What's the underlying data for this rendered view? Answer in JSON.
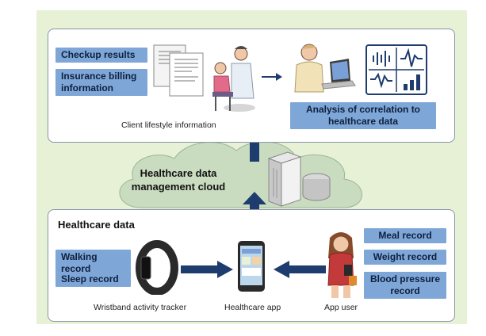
{
  "top_panel": {
    "boxes": [
      "Checkup results",
      "Insurance billing information"
    ],
    "caption": "Client lifestyle information",
    "analysis_label": "Analysis of correlation to healthcare data"
  },
  "cloud": {
    "title": "Healthcare data management cloud"
  },
  "bottom_panel": {
    "heading": "Healthcare data",
    "left_boxes": [
      "Walking record",
      "Sleep record"
    ],
    "right_boxes": [
      "Meal record",
      "Weight record",
      "Blood pressure record"
    ],
    "captions": {
      "tracker": "Wristband activity tracker",
      "app": "Healthcare app",
      "user": "App user"
    }
  },
  "colors": {
    "background": "#e6f1d6",
    "label_box": "#7ea7d8",
    "arrow": "#1f3c6e",
    "cloud": "#c9dcc0"
  }
}
